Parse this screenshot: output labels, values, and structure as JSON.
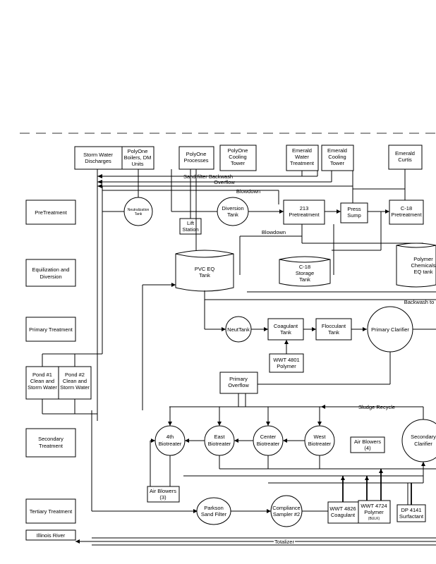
{
  "stages": {
    "pretreatment": "PreTreatment",
    "equalization": [
      "Equilization and",
      "Diversion"
    ],
    "primary": "Primary Treatment",
    "secondary": [
      "Secondary",
      "Treatment"
    ],
    "tertiary": "Tertiary Treatment",
    "river": "Illinois River"
  },
  "sources": {
    "storm_water": [
      "Storm Water",
      "Discharges"
    ],
    "polyone_boilers": [
      "PolyOne",
      "Boilers, DM",
      "Units"
    ],
    "polyone_processes": [
      "PolyOne",
      "Processes"
    ],
    "polyone_cooling": [
      "PolyOne",
      "Cooling",
      "Tower"
    ],
    "emerald_water": [
      "Emerald",
      "Water",
      "Treatment"
    ],
    "emerald_cooling": [
      "Emerald",
      "Cooling",
      "Tower"
    ],
    "emerald_curtis": [
      "Emerald",
      "Curtis"
    ]
  },
  "flow_labels": {
    "sand_filter_backwash": "Sand filter Backwash",
    "overflow": "Overflow",
    "blowdown_1": "Blowdown",
    "blowdown_2": "Blowdown",
    "backwash_to": "Backwash to",
    "sludge_recycle": "Sludge Recycle",
    "totalizer": "Totalizer"
  },
  "units": {
    "neutralization_tank": [
      "Neutralization",
      "Tank"
    ],
    "lift_station": [
      "Lift",
      "Station"
    ],
    "diversion_tank": [
      "Diversion",
      "Tank"
    ],
    "pretreatment_213": [
      "213",
      "Pretreatment"
    ],
    "press_sump": [
      "Press",
      "Sump"
    ],
    "c18_pretreatment": [
      "C-18",
      "Pretreatment"
    ],
    "pvc_eq_tank": [
      "PVC EQ",
      "Tank"
    ],
    "c18_storage": [
      "C-18",
      "Storage",
      "Tank"
    ],
    "polymer_chemicals": [
      "Polymer",
      "Chemicals",
      "EQ tank"
    ],
    "neut_tank": "NeutTank",
    "coagulant_tank": [
      "Coagulant",
      "Tank"
    ],
    "flocculant_tank": [
      "Flocculant",
      "Tank"
    ],
    "primary_clarifier": "Primary Clarifier",
    "wwt_4801": [
      "WWT 4801",
      "Polymer"
    ],
    "pond_1": [
      "Pond #1",
      "Clean and",
      "Storm Water"
    ],
    "pond_2": [
      "Pond #2",
      "Clean and",
      "Storm Water"
    ],
    "primary_overflow": [
      "Primary",
      "Overflow"
    ],
    "bio_4th": [
      "4th",
      "Biotreater"
    ],
    "east_bio": [
      "East",
      "Biotreater"
    ],
    "center_bio": [
      "Center",
      "Biotreater"
    ],
    "west_bio": [
      "West",
      "Biotreater"
    ],
    "air_blowers_4": [
      "Air Blowers",
      "(4)"
    ],
    "secondary_clarifier": [
      "Secondary",
      "Clarifier"
    ],
    "air_blowers_3": [
      "Air Blowers",
      "(3)"
    ],
    "parkson_filter": [
      "Parkson",
      "Sand Filter"
    ],
    "compliance_sampler": [
      "Compliance",
      "Sampler #2"
    ],
    "wwt_4826": [
      "WWT 4826",
      "Coagulant"
    ],
    "wwt_4724": [
      "WWT 4724",
      "Polymer",
      "(BULK)"
    ],
    "dp_4141": [
      "DP 4141",
      "Surfactant"
    ]
  }
}
